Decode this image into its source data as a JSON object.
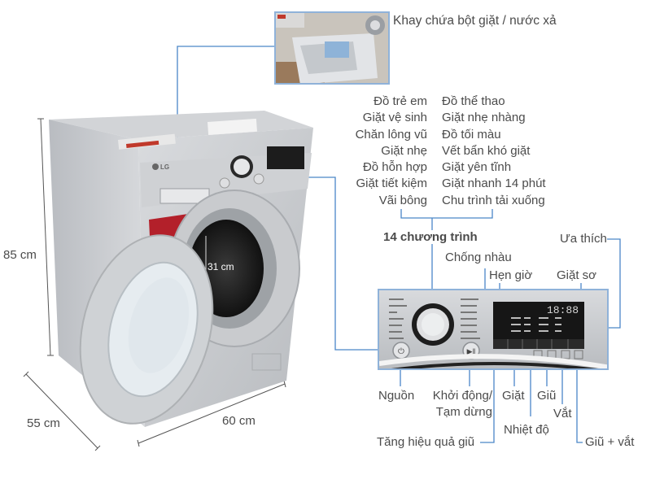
{
  "diagram": {
    "subject": "LG front-load washing machine",
    "accent_color": "#4a86c8",
    "dispenser_callout": "Khay chứa bột giặt / nước xả",
    "programs": {
      "title": "14 chương trình",
      "left_column": [
        "Đồ trẻ em",
        "Giặt vệ sinh",
        "Chăn lông vũ",
        "Giặt nhẹ",
        "Đồ hỗn hợp",
        "Giặt tiết kiệm",
        "Vãi bông"
      ],
      "right_column": [
        "Đồ thể thao",
        "Giặt nhẹ nhàng",
        "Đồ tối màu",
        "Vết bẩn khó giặt",
        "Giặt yên tĩnh",
        "Giặt nhanh 14 phút",
        "Chu trình tải xuống"
      ]
    },
    "panel_labels": {
      "wrinkle_care": "Chống nhàu",
      "timer": "Hẹn giờ",
      "prewash": "Giặt sơ",
      "favorite": "Ưa thích",
      "power": "Nguồn",
      "start_pause_line1": "Khởi động/",
      "start_pause_line2": "Tạm dừng",
      "wash": "Giặt",
      "rinse": "Giũ",
      "spin": "Vắt",
      "temperature": "Nhiệt độ",
      "rinse_spin": "Giũ + vắt",
      "rinse_plus": "Tăng hiệu quả giũ"
    },
    "dimensions": {
      "height": "85 cm",
      "depth": "55 cm",
      "width": "60 cm",
      "door_opening": "31 cm"
    },
    "machine": {
      "brand": "LG",
      "display_time": "18:88"
    }
  }
}
